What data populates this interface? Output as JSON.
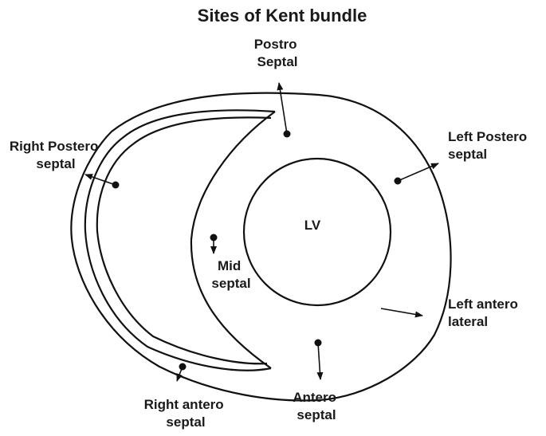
{
  "title": "Sites of Kent bundle",
  "labels": {
    "lv": "LV",
    "postro_septal": [
      "Postro",
      "Septal"
    ],
    "left_postero_septal": [
      "Left Postero",
      "septal"
    ],
    "right_postero_septal": [
      "Right Postero",
      "septal"
    ],
    "mid_septal": [
      "Mid",
      "septal"
    ],
    "left_antero_lateral": [
      "Left antero",
      "lateral"
    ],
    "right_antero_septal": [
      "Right antero",
      "septal"
    ],
    "antero_septal": [
      "Antero",
      "septal"
    ]
  }
}
